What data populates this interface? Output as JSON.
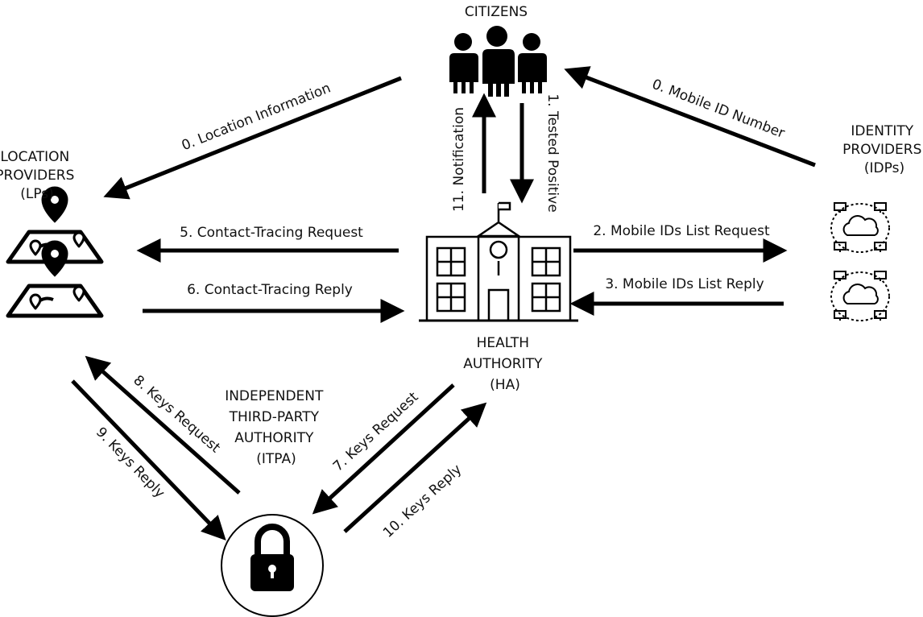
{
  "colors": {
    "stroke": "#000000",
    "text": "#111111",
    "background": "#ffffff"
  },
  "entities": {
    "citizens": {
      "lines": [
        "CITIZENS"
      ],
      "icon": "people-icon"
    },
    "location_providers": {
      "lines": [
        "LOCATION",
        "PROVIDERS",
        "(LPs)"
      ],
      "icon": "map-pin-icon"
    },
    "identity_providers": {
      "lines": [
        "IDENTITY",
        "PROVIDERS",
        "(IDPs)"
      ],
      "icon": "cloud-network-icon"
    },
    "health_authority": {
      "lines": [
        "HEALTH",
        "AUTHORITY",
        "(HA)"
      ],
      "icon": "building-icon"
    },
    "itpa": {
      "lines": [
        "INDEPENDENT",
        "THIRD-PARTY",
        "AUTHORITY",
        "(ITPA)"
      ],
      "icon": "lock-icon"
    }
  },
  "flows": {
    "location_info": "0. Location Information",
    "mobile_id_number": "0. Mobile ID Number",
    "tested_positive": "1. Tested Positive",
    "notification": "11. Notification",
    "ct_request": "5. Contact-Tracing Request",
    "ct_reply": "6. Contact-Tracing Reply",
    "ids_request": "2. Mobile IDs List Request",
    "ids_reply": "3. Mobile IDs List Reply",
    "keys_request_lp": "8. Keys Request",
    "keys_reply_lp": "9. Keys Reply",
    "keys_request_ha": "7. Keys Request",
    "keys_reply_ha": "10. Keys Reply"
  }
}
